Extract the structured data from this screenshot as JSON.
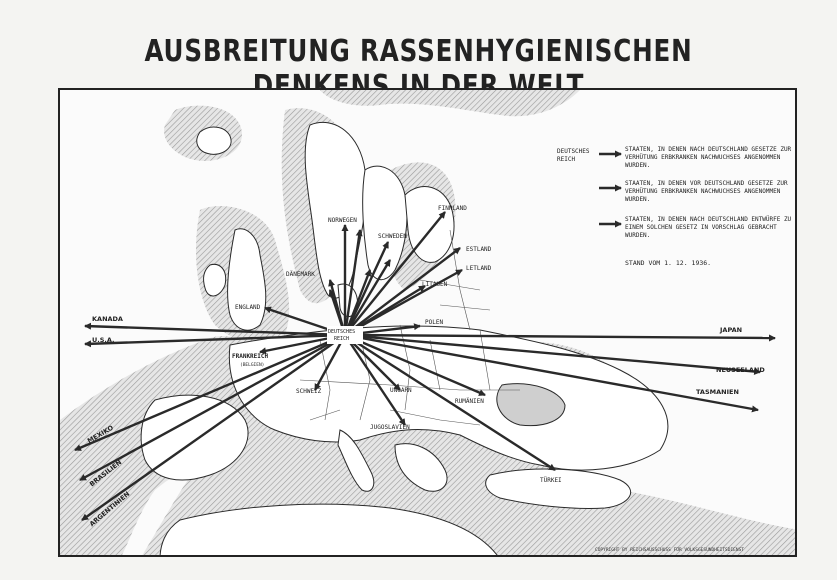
{
  "title": "AUSBREITUNG RASSENHYGIENISCHEN DENKENS IN DER WELT",
  "center_label": "DEUTSCHES\nREICH",
  "legend": {
    "source_label": "DEUTSCHES\nREICH",
    "items": [
      {
        "text": "STAATEN, IN DENEN NACH DEUTSCHLAND GESETZE ZUR VERHÜTUNG ERBKRANKEN NACHWUCHSES ANGENOMMEN WURDEN."
      },
      {
        "text": "STAATEN, IN DENEN VOR DEUTSCHLAND GESETZE ZUR VERHÜTUNG ERBKRANKEN NACHWUCHSES ANGENOMMEN WURDEN."
      },
      {
        "text": "STAATEN, IN DENEN NACH DEUTSCHLAND ENTWÜRFE ZU EINEM SOLCHEN GESETZ IN VORSCHLAG GEBRACHT WURDEN."
      }
    ],
    "date": "STAND VOM 1. 12. 1936."
  },
  "countries": [
    {
      "id": "norwegen",
      "label": "NORWEGEN"
    },
    {
      "id": "schweden",
      "label": "SCHWEDEN"
    },
    {
      "id": "finnland",
      "label": "FINNLAND"
    },
    {
      "id": "estland",
      "label": "ESTLAND"
    },
    {
      "id": "lettland",
      "label": "LETLAND"
    },
    {
      "id": "litauen",
      "label": "LITAUEN"
    },
    {
      "id": "daenemark",
      "label": "DÄNEMARK"
    },
    {
      "id": "england",
      "label": "ENGLAND"
    },
    {
      "id": "polen",
      "label": "POLEN"
    },
    {
      "id": "frankreich",
      "label": "FRANKREICH"
    },
    {
      "id": "belgien",
      "label": "(BELGIEN)"
    },
    {
      "id": "schweiz",
      "label": "SCHWEIZ"
    },
    {
      "id": "ungarn",
      "label": "UNGARN"
    },
    {
      "id": "jugoslavien",
      "label": "JUGOSLAVIEN"
    },
    {
      "id": "rumanien",
      "label": "RUMÄNIEN"
    },
    {
      "id": "tuerkei",
      "label": "TÜRKEI"
    }
  ],
  "destinations": [
    {
      "id": "kanada",
      "label": "KANADA"
    },
    {
      "id": "usa",
      "label": "U.S.A."
    },
    {
      "id": "mexiko",
      "label": "MEXIKO"
    },
    {
      "id": "brasilien",
      "label": "BRASILIEN"
    },
    {
      "id": "argentinien",
      "label": "ARGENTINIEN"
    },
    {
      "id": "japan",
      "label": "JAPAN"
    },
    {
      "id": "neuseeland",
      "label": "NEUSEELAND"
    },
    {
      "id": "tasmanien",
      "label": "TASMANIEN"
    }
  ],
  "copyright": "COPYRIGHT BY REICHSAUSSCHUSS FÜR VOLKSGESUNDHEITSDIENST",
  "colors": {
    "sea_hatch": "#c8c8c8",
    "land": "#ffffff",
    "arrow": "#2a2a2a",
    "ink": "#222222"
  }
}
